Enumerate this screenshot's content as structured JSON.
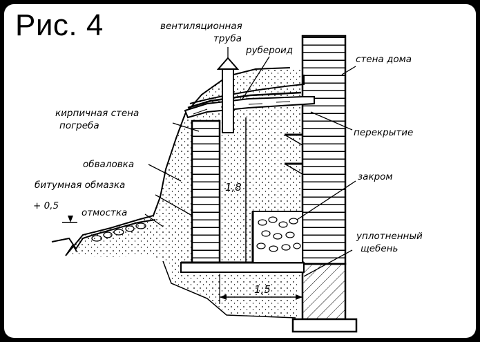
{
  "figure": {
    "title": "Рис. 4"
  },
  "labels": {
    "vent_pipe_1": "вентиляционная",
    "vent_pipe_2": "труба",
    "ruberoid": "рубероид",
    "house_wall": "стена дома",
    "cellar_wall_1": "кирпичная стена",
    "cellar_wall_2": "погреба",
    "ceiling": "перекрытие",
    "embankment": "обваловка",
    "bitumen": "битумная обмазка",
    "bin": "закром",
    "grade_mark": "+ 0,5",
    "blind_area": "отмостка",
    "gravel_1": "уплотненный",
    "gravel_2": "щебень"
  },
  "dimensions": {
    "height": "1,8",
    "width": "1,5"
  },
  "colors": {
    "ink": "#000000",
    "paper": "#ffffff",
    "outer_border": "#000000"
  }
}
